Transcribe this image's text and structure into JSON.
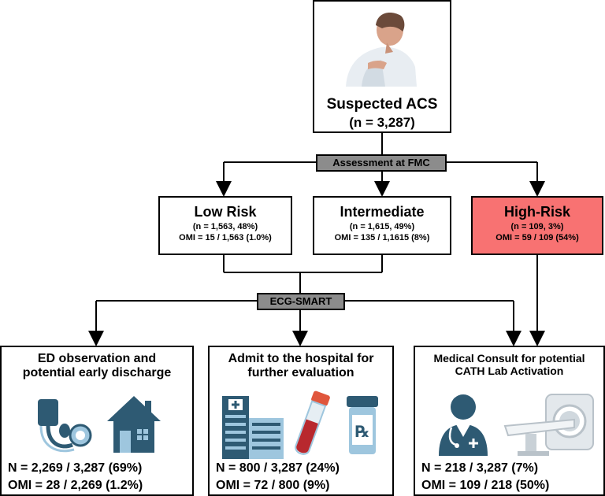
{
  "root": {
    "title": "Suspected ACS",
    "count": "(n = 3,287)"
  },
  "assessment_label": "Assessment at FMC",
  "ecg_label": "ECG-SMART",
  "risk_boxes": [
    {
      "title": "Low Risk",
      "count": "(n = 1,563, 48%)",
      "omi": "OMI = 15 / 1,563 (1.0%)"
    },
    {
      "title": "Intermediate",
      "count": "(n = 1,615, 49%)",
      "omi": "OMI = 135 / 1,1615 (8%)"
    },
    {
      "title": "High-Risk",
      "count": "(n = 109, 3%)",
      "omi": "OMI = 59 / 109 (54%)"
    }
  ],
  "outcomes": [
    {
      "title_line1": "ED observation and",
      "title_line2": "potential early discharge",
      "n": "N = 2,269 / 3,287 (69%)",
      "omi": "OMI = 28 / 2,269 (1.2%)"
    },
    {
      "title_line1": "Admit to the hospital for",
      "title_line2": "further evaluation",
      "n": "N = 800 / 3,287 (24%)",
      "omi": "OMI = 72 / 800 (9%)"
    },
    {
      "title_line1": "Medical Consult for potential",
      "title_line2": "CATH Lab Activation",
      "n": "N = 218 / 3,287 (7%)",
      "omi": "OMI = 109 / 218 (50%)"
    }
  ],
  "icons": [
    "patient-chest-pain-icon",
    "blood-pressure-monitor-icon",
    "house-icon",
    "hospital-building-icon",
    "blood-test-tube-icon",
    "prescription-bottle-icon",
    "doctor-icon",
    "ct-scanner-icon"
  ],
  "colors": {
    "high_risk_fill": "#f87272",
    "label_fill": "#8c8c8c",
    "icon_dark": "#2e5a73",
    "icon_light": "#9ec6de"
  }
}
